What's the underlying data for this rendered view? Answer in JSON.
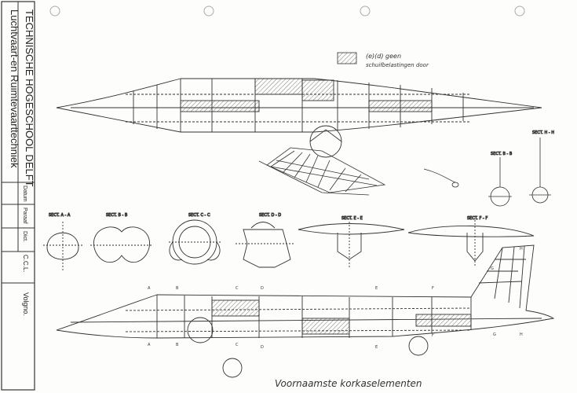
{
  "title_block": {
    "institution": "TECHNISCHE HOGESCHOOL DELFT",
    "department": "Luchtvaart-en Ruimtevaarttechniek",
    "field_datum": "Datum",
    "field_paraaf": "Paraaf",
    "field_dict": "Dict.",
    "field_initials": "C.C.L.",
    "field_volgno": "Volgno."
  },
  "legend": {
    "line1": "(e)(d) geen",
    "line2": "schuifbelastingen door"
  },
  "sections": {
    "aa": "SECT. A - A",
    "bb": "SECT. B - B",
    "cc": "SECT. C - C",
    "dd": "SECT. D - D",
    "ee": "SECT. E - E",
    "ff": "SECT. F - F",
    "bb2": "SECT. B - B",
    "hh": "SECT. H - H"
  },
  "markers": {
    "a": "A",
    "b": "B",
    "c": "C",
    "d": "D",
    "e": "E",
    "f": "F",
    "g": "G",
    "h": "H"
  },
  "caption": "Voornaamste korkaselementen"
}
